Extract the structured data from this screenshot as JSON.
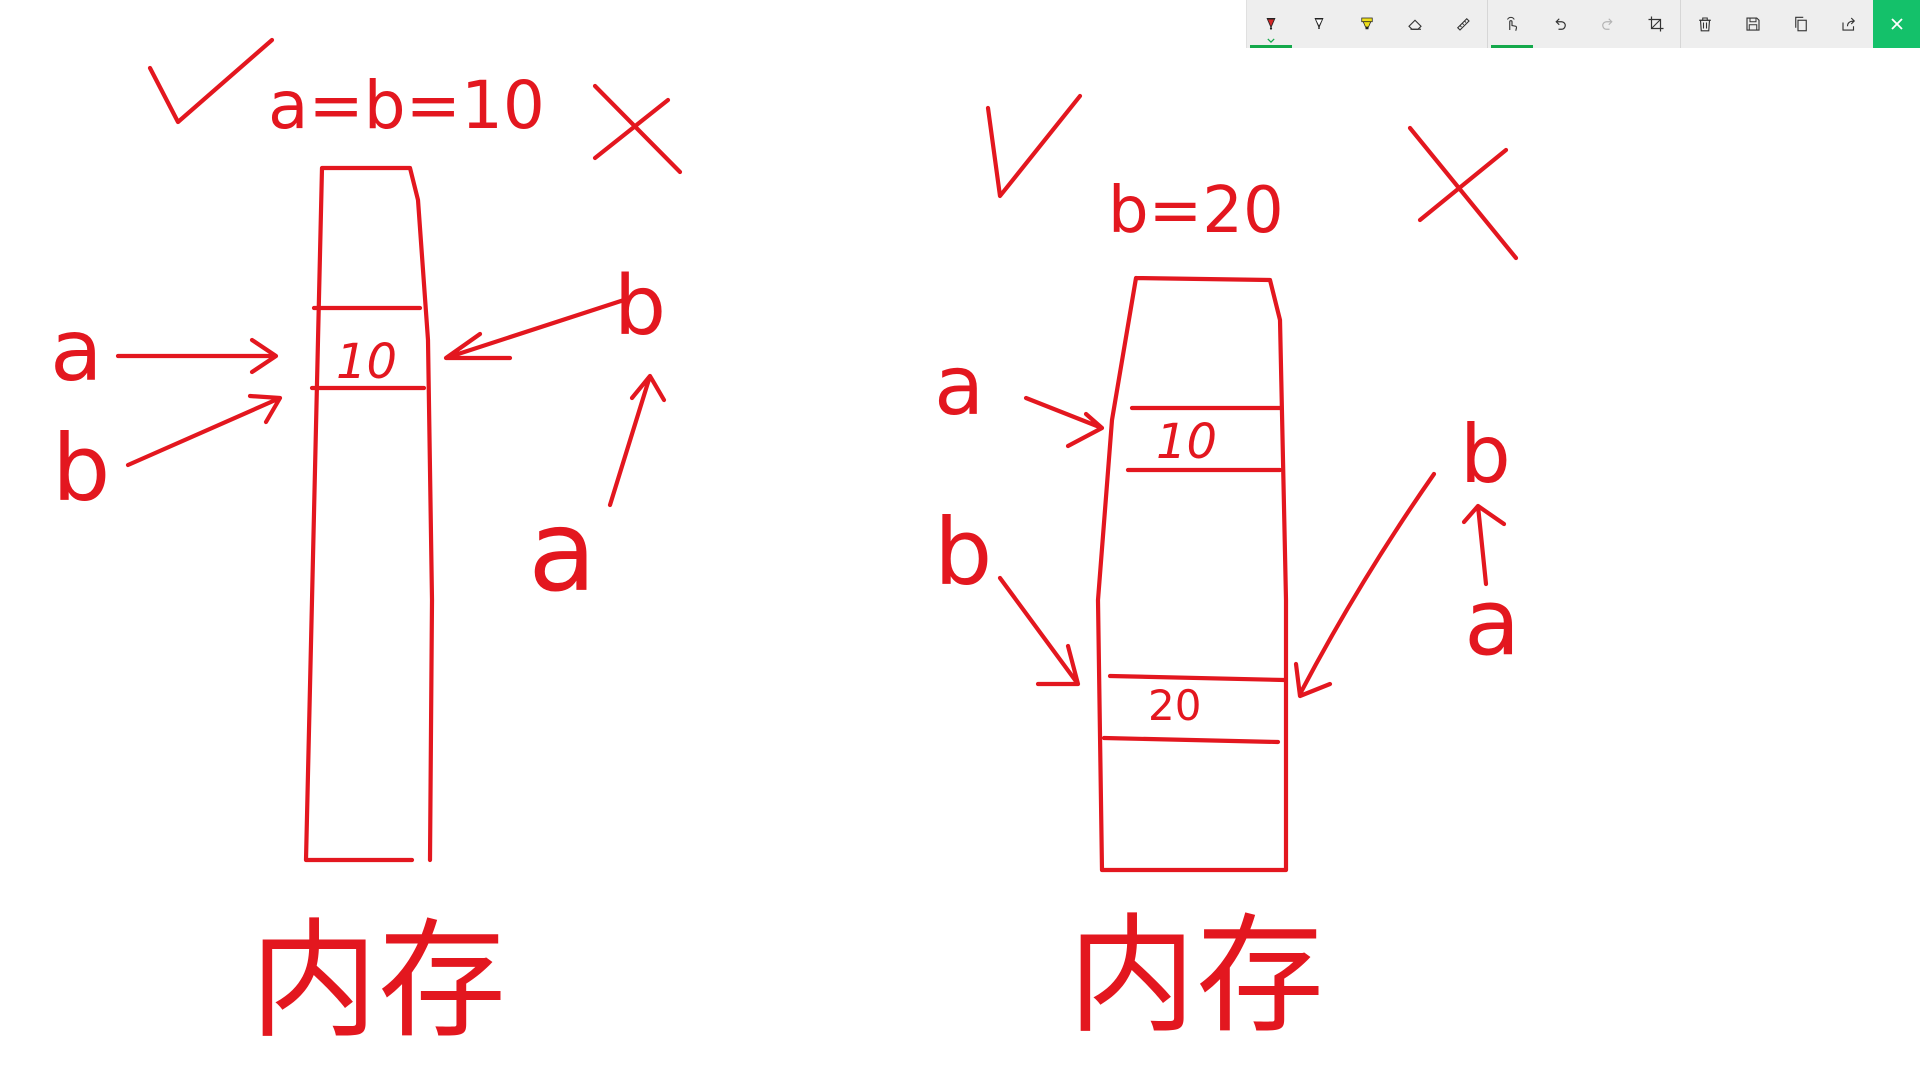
{
  "canvas": {
    "background": "#ffffff",
    "ink_color": "#e3171f",
    "left_panel": {
      "equation": "a=b=10",
      "label_a_left": "a",
      "label_b_left": "b",
      "label_b_right": "b",
      "label_a_right": "a",
      "cell_value": "10",
      "caption": "内存"
    },
    "right_panel": {
      "equation": "b=20",
      "label_a": "a",
      "label_b": "b",
      "label_b_side": "b",
      "label_a_side": "a",
      "cell_value_top": "10",
      "cell_value_bottom": "20",
      "caption": "内存"
    }
  },
  "toolbar": {
    "background": "#eeeeee",
    "active_accent": "#14a94b",
    "tools": [
      {
        "name": "ballpoint-pen-icon",
        "color": "#d32626"
      },
      {
        "name": "pencil-icon",
        "color": "#222222"
      },
      {
        "name": "highlighter-icon",
        "color": "#f0e01c"
      },
      {
        "name": "eraser-icon"
      },
      {
        "name": "ruler-icon"
      },
      {
        "name": "touch-writing-icon"
      },
      {
        "name": "undo-icon"
      },
      {
        "name": "redo-icon"
      },
      {
        "name": "crop-icon"
      },
      {
        "name": "delete-icon"
      },
      {
        "name": "save-icon"
      },
      {
        "name": "copy-icon"
      },
      {
        "name": "share-icon"
      },
      {
        "name": "close-icon",
        "color": "#14c16a"
      }
    ]
  }
}
